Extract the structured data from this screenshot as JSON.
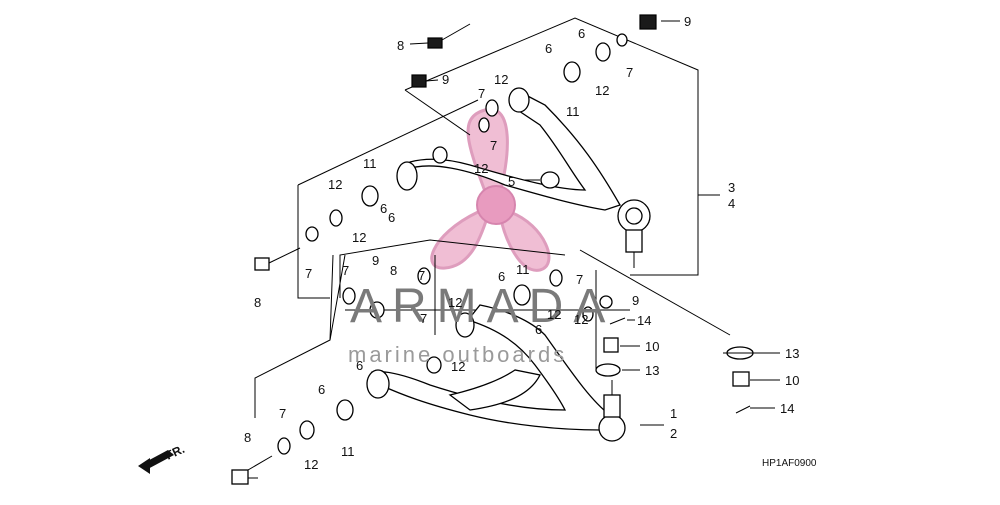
{
  "diagram_code": "HP1AF0900",
  "front_marker": "FR.",
  "watermark": {
    "brand": "ARMADA",
    "subtitle": "marine outboards",
    "colors": {
      "logo": "#e9a6c4",
      "logo_center": "#e07aa8",
      "text": "#7a7a7a"
    }
  },
  "callouts": [
    "9",
    "8",
    "6",
    "7",
    "12",
    "11",
    "6",
    "9",
    "12",
    "7",
    "7",
    "12",
    "5",
    "3",
    "4",
    "11",
    "12",
    "6",
    "6",
    "12",
    "7",
    "8",
    "9",
    "7",
    "7",
    "8",
    "6",
    "11",
    "7",
    "12",
    "12",
    "14",
    "12",
    "9",
    "7",
    "6",
    "10",
    "13",
    "12",
    "6",
    "6",
    "7",
    "12",
    "11",
    "8",
    "1",
    "2",
    "13",
    "10",
    "14"
  ]
}
